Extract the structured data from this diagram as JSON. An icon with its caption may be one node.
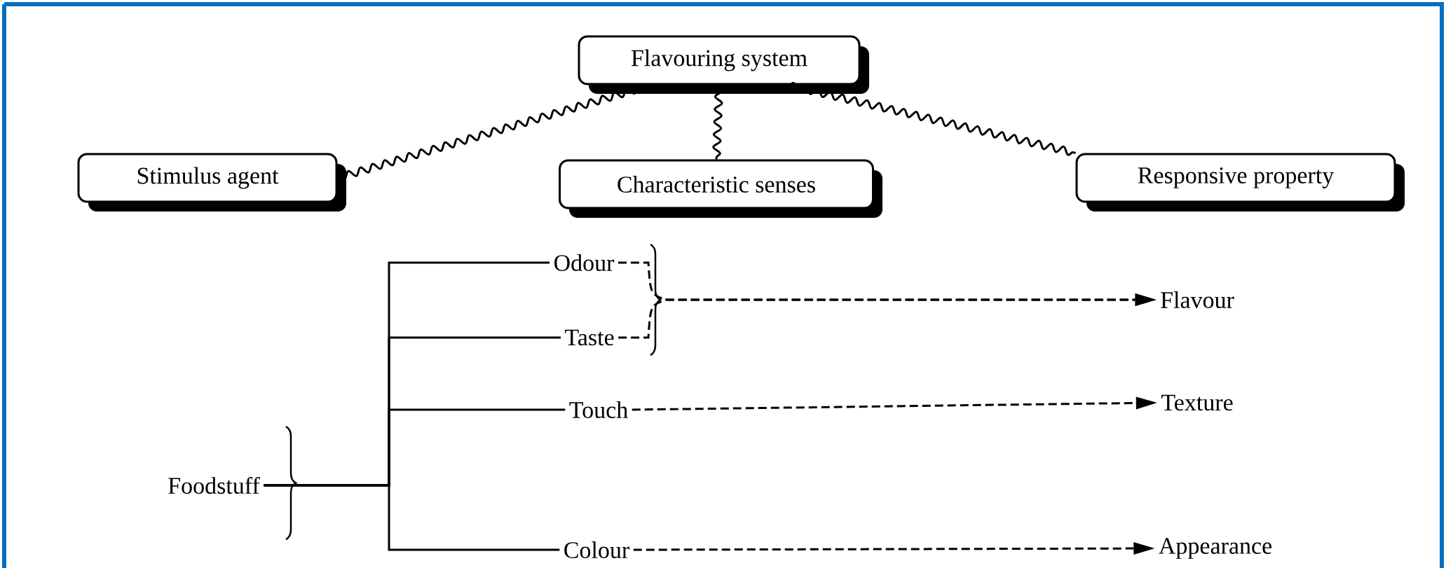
{
  "diagram": {
    "nodes": [
      {
        "text": [
          "Flavouring system"
        ]
      },
      {
        "text": [
          "Stimulus agent"
        ]
      },
      {
        "text": [
          "Characteristic senses"
        ]
      },
      {
        "text": [
          "Responsive property"
        ]
      },
      {
        "text": [
          "Foodstuff"
        ]
      },
      {
        "text": [
          "Odour"
        ]
      },
      {
        "text": [
          "Taste"
        ]
      },
      {
        "text": [
          "Touch"
        ]
      },
      {
        "text": [
          "Colour"
        ]
      },
      {
        "text": [
          "Flavour"
        ]
      },
      {
        "text": [
          "Texture"
        ]
      },
      {
        "text": [
          "Appearance"
        ]
      }
    ],
    "edges": [
      {
        "from": 0,
        "to": 1,
        "arrow": "none"
      },
      {
        "from": 0,
        "to": 2,
        "arrow": "none"
      },
      {
        "from": 0,
        "to": 3,
        "arrow": "none"
      },
      {
        "from": 4,
        "to": 5,
        "arrow": "none"
      },
      {
        "from": 4,
        "to": 6,
        "arrow": "none"
      },
      {
        "from": 4,
        "to": 7,
        "arrow": "none"
      },
      {
        "from": 4,
        "to": 8,
        "arrow": "none"
      },
      {
        "from": 5,
        "to": 9,
        "arrow": "to",
        "style": "dashed"
      },
      {
        "from": 6,
        "to": 9,
        "arrow": "to",
        "style": "dashed"
      },
      {
        "from": 7,
        "to": 10,
        "arrow": "to",
        "style": "dashed"
      },
      {
        "from": 8,
        "to": 11,
        "arrow": "to",
        "style": "dashed"
      }
    ]
  }
}
